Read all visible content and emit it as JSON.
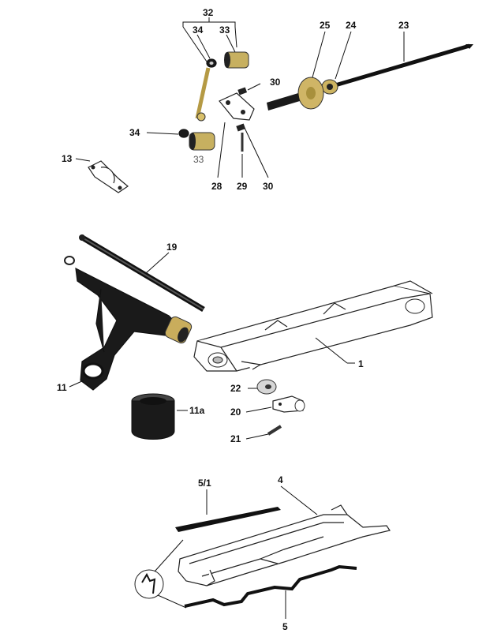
{
  "labels": {
    "l32": "32",
    "l34a": "34",
    "l33a": "33",
    "l25": "25",
    "l24": "24",
    "l23": "23",
    "l30a": "30",
    "l34b": "34",
    "l33b": "33",
    "l13": "13",
    "l28": "28",
    "l29": "29",
    "l30b": "30",
    "l19": "19",
    "l1": "1",
    "l11": "11",
    "l11a": "11a",
    "l22": "22",
    "l20": "20",
    "l21": "21",
    "l51": "5/1",
    "l4": "4",
    "l5": "5"
  }
}
